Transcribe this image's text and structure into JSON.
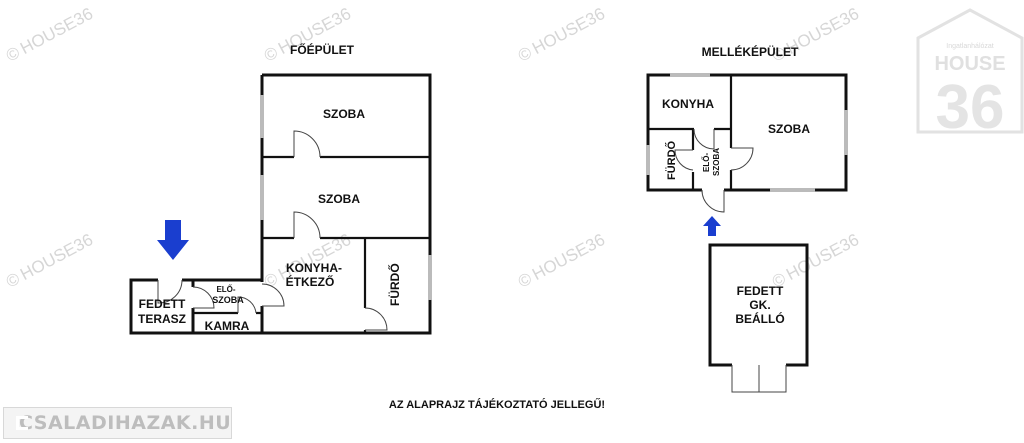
{
  "watermark": {
    "text": "HOUSE36",
    "symbol": "©"
  },
  "brand_logo": {
    "lines": [
      "Ingatlanhálózat",
      "HOUSE",
      "36"
    ]
  },
  "main_building": {
    "title": "FŐÉPÜLET",
    "rooms": {
      "room1": "SZOBA",
      "room2": "SZOBA",
      "kitchen_line1": "KONYHA-",
      "kitchen_line2": "ÉTKEZŐ",
      "bathroom": "FÜRDŐ",
      "hall_line1": "ELŐ-",
      "hall_line2": "SZOBA",
      "terrace_line1": "FEDETT",
      "terrace_line2": "TERASZ",
      "pantry": "KAMRA"
    }
  },
  "annex_building": {
    "title": "MELLÉKÉPÜLET",
    "rooms": {
      "kitchen": "KONYHA",
      "room": "SZOBA",
      "bathroom": "FÜRDŐ",
      "hall_line1": "ELŐ-",
      "hall_line2": "SZOBA"
    }
  },
  "carport": {
    "line1": "FEDETT",
    "line2": "GK.",
    "line3": "BEÁLLÓ"
  },
  "disclaimer": "AZ ALAPRAJZ TÁJÉKOZTATÓ JELLEGŰ!",
  "site_badge": {
    "text": "CSALADIHAZAK.HU"
  },
  "colors": {
    "entrance_arrow": "#1a3ecf",
    "walls": "#111111",
    "watermark": "#d6d6d6"
  }
}
